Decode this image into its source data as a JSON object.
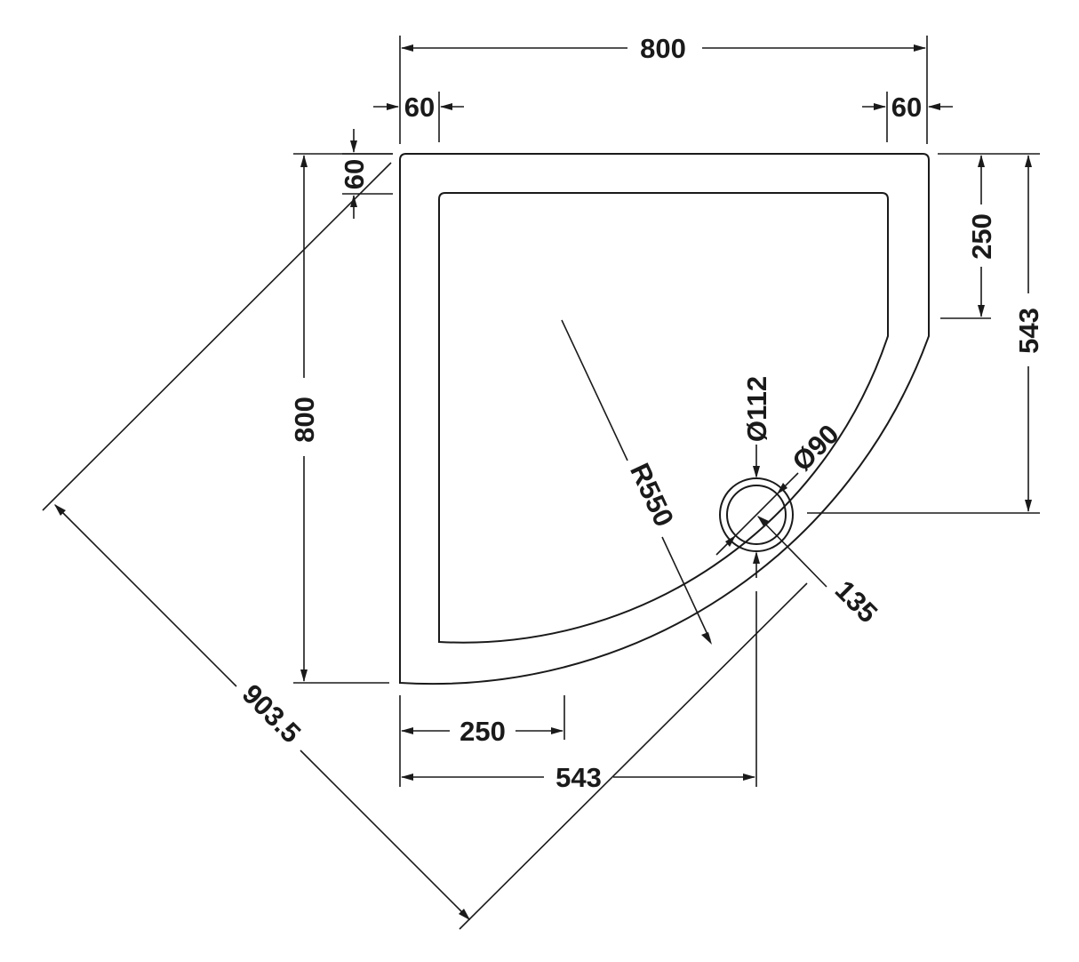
{
  "labels": {
    "overall_width": "800",
    "left_rim": "60",
    "right_rim": "60",
    "top_rim": "60",
    "overall_depth": "800",
    "right_straight": "250",
    "right_waste_position": "543",
    "bottom_straight": "250",
    "bottom_waste_position": "543",
    "radius": "R550",
    "waste_outer": "Ø112",
    "waste_inner": "Ø90",
    "waste_offset": "135",
    "diagonal": "903.5"
  },
  "colors": {
    "line": "#1a1a1a",
    "background": "#ffffff"
  }
}
